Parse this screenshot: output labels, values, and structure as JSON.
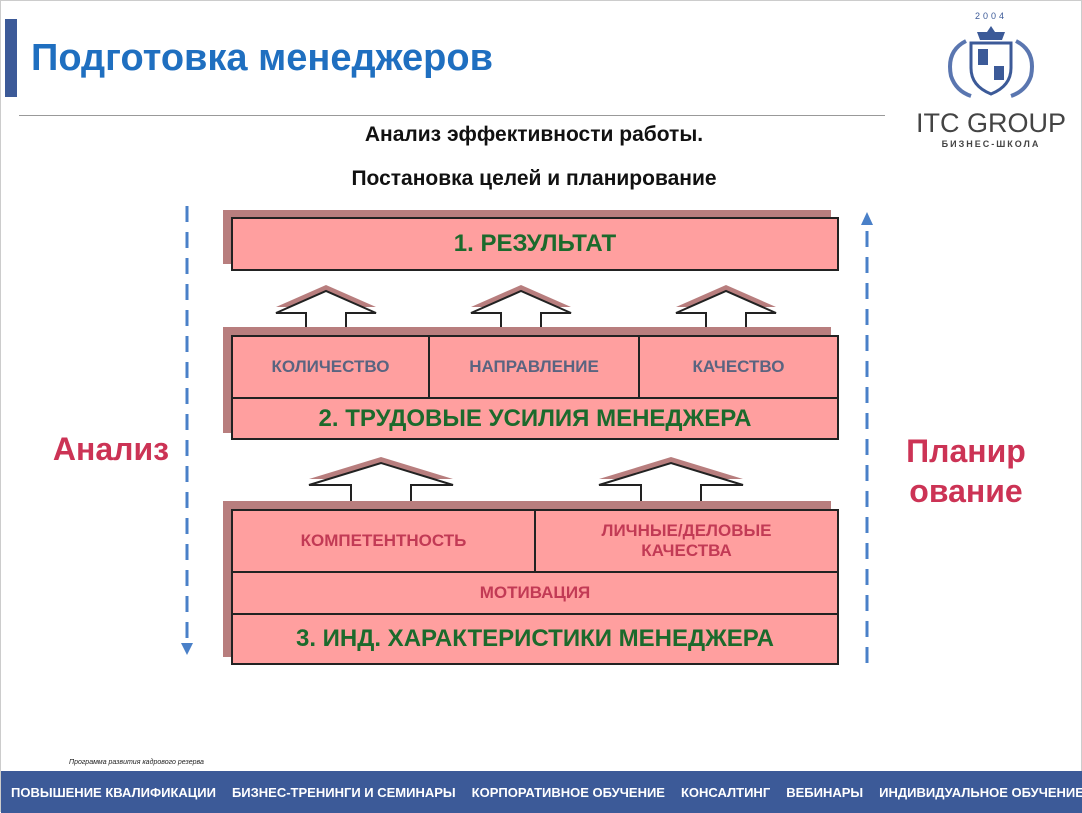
{
  "header": {
    "title": "Подготовка менеджеров",
    "subtitle1": "Анализ эффективности работы.",
    "subtitle2": "Постановка целей и планирование"
  },
  "logo": {
    "year": "2004",
    "name": "ITC GROUP",
    "tagline": "БИЗНЕС-ШКОЛА"
  },
  "diagram": {
    "result": "1. РЕЗУЛЬТАТ",
    "effort_cells": [
      "КОЛИЧЕСТВО",
      "НАПРАВЛЕНИЕ",
      "КАЧЕСТВО"
    ],
    "effort": "2. ТРУДОВЫЕ УСИЛИЯ МЕНЕДЖЕРА",
    "char_cells": [
      "КОМПЕТЕНТНОСТЬ",
      "ЛИЧНЫЕ/ДЕЛОВЫЕ КАЧЕСТВА"
    ],
    "motivation": "МОТИВАЦИЯ",
    "characteristics": "3. ИНД. ХАРАКТЕРИСТИКИ МЕНЕДЖЕРА",
    "left_label": "Анализ",
    "right_label": "Планир ование"
  },
  "footnote": "Программа развития кадрового резерва",
  "footer": {
    "items": [
      "ПОВЫШЕНИЕ КВАЛИФИКАЦИИ",
      "БИЗНЕС-ТРЕНИНГИ И СЕМИНАРЫ",
      "КОРПОРАТИВНОЕ ОБУЧЕНИЕ",
      "КОНСАЛТИНГ",
      "ВЕБИНАРЫ",
      "ИНДИВИДУАЛЬНОЕ ОБУЧЕНИЕ"
    ]
  },
  "colors": {
    "fill": "#ff9f9f",
    "brand": "#3c5a98",
    "title": "#1f6fc0"
  }
}
